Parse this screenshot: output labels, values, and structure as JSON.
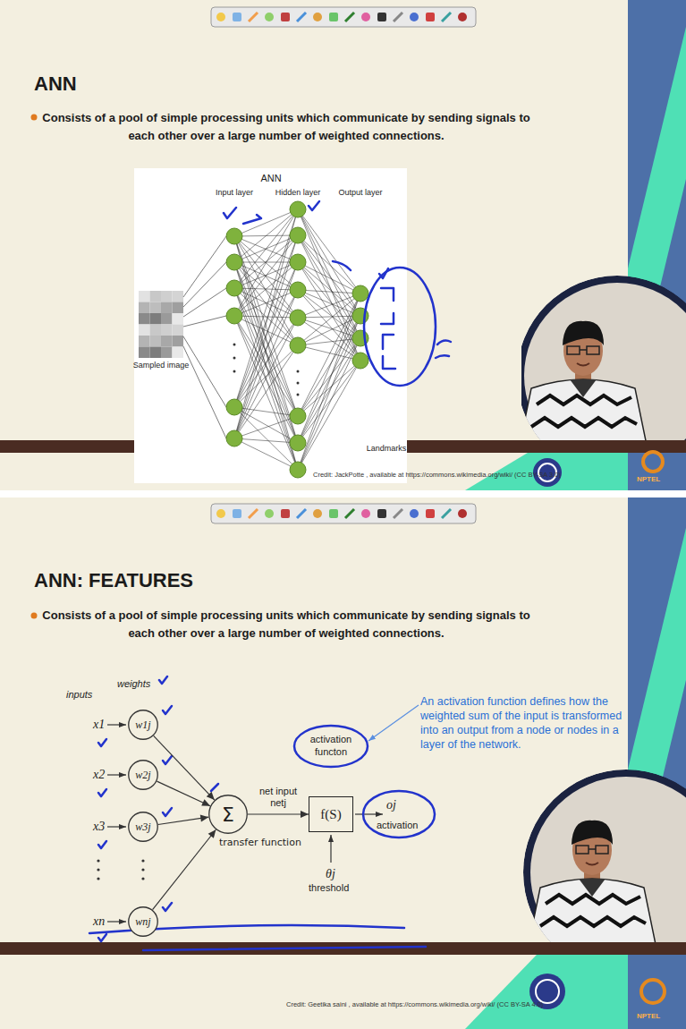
{
  "diagram": {
    "nodes": [
      {
        "text": [
          "w1j"
        ]
      },
      {
        "text": [
          "w2j"
        ]
      },
      {
        "text": [
          "w3j"
        ]
      },
      {
        "text": [
          "wnj"
        ]
      },
      {
        "text": [
          "Σ",
          "transfer function"
        ]
      },
      {
        "text": [
          "f(S)"
        ]
      }
    ],
    "edges": [
      {
        "from": 0,
        "to": 4,
        "arrow": "to"
      },
      {
        "from": 1,
        "to": 4,
        "arrow": "to"
      },
      {
        "from": 2,
        "to": 4,
        "arrow": "to"
      },
      {
        "from": 3,
        "to": 4,
        "arrow": "to"
      },
      {
        "from": 4,
        "to": 5,
        "label": "net input netj",
        "arrow": "to"
      }
    ],
    "labels": [
      "ANN",
      "Consists of a pool of simple processing units which communicate by sending signals to each other over a large number of weighted connections.",
      "ANN",
      "Input layer",
      "Hidden layer",
      "Output layer",
      "Sampled image",
      "Landmarks",
      "Credit: JackPotte , available at https://commons.wikimedia.org/wiki/ (CC BY-SA 3.0)",
      "NPTEL",
      "ANN: FEATURES",
      "Consists of a pool of simple processing units which communicate by sending signals to each other over a large number of weighted connections.",
      "inputs",
      "weights",
      "x1",
      "x2",
      "x3",
      "xn",
      "activation functon",
      "θj",
      "threshold",
      "oj",
      "activation",
      "An activation function defines how the weighted sum of the input is transformed into an output from a node or nodes in a layer of the network.",
      "Credit: Geetika saini , available at https://commons.wikimedia.org/wiki/ (CC BY-SA 4.0)",
      "NPTEL"
    ]
  }
}
